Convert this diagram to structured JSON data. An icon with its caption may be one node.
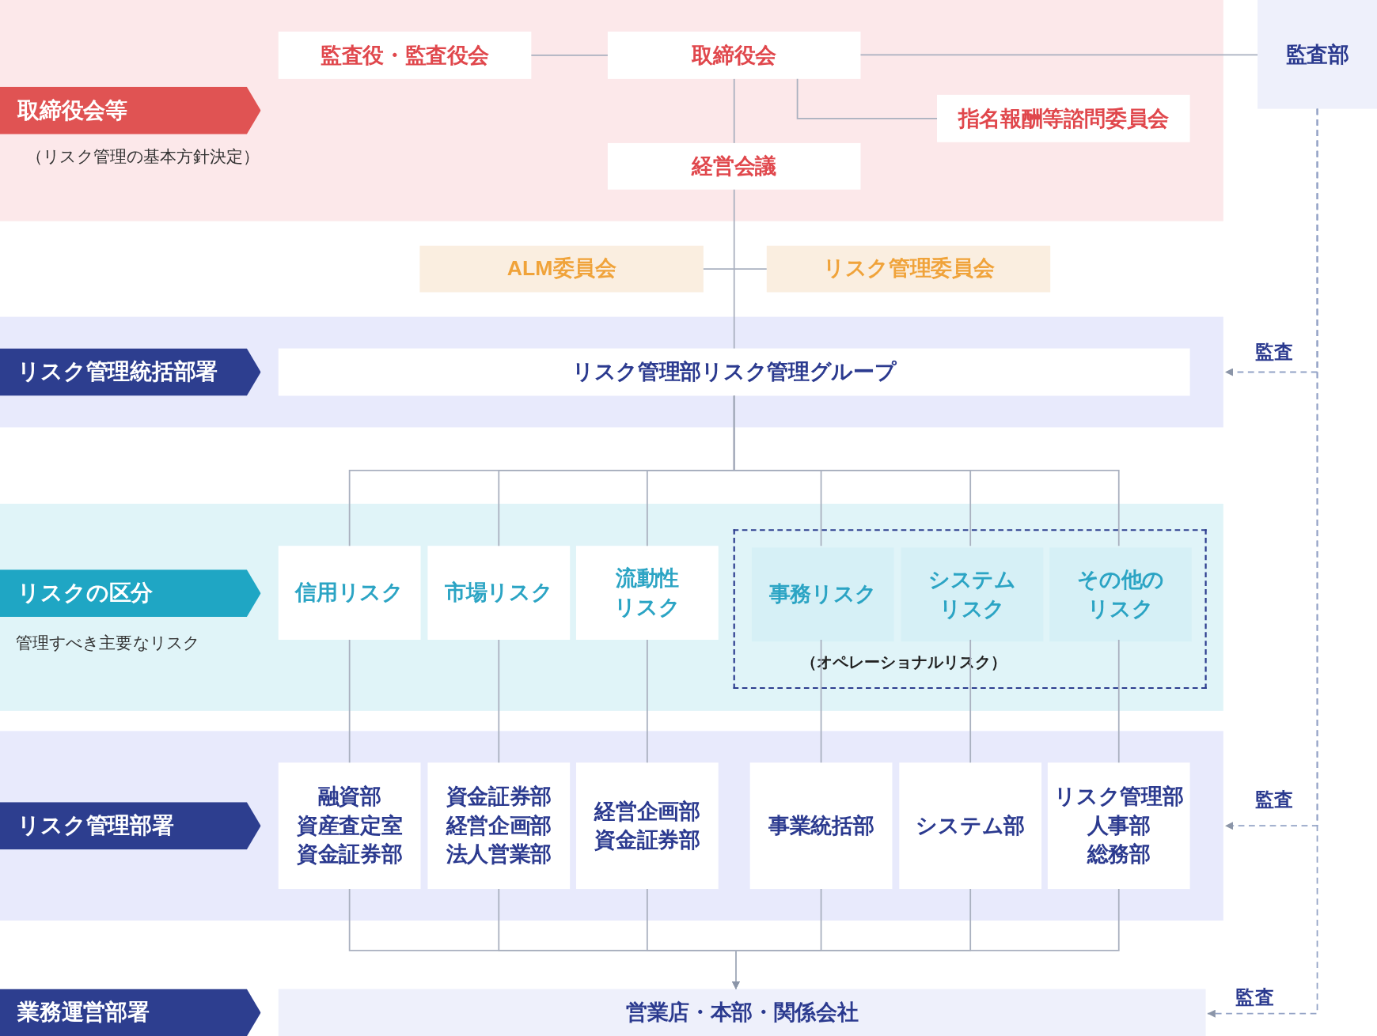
{
  "diagram": {
    "nodes": [
      {
        "text": [],
        "shape": "band"
      },
      {
        "text": [
          "取締役会等"
        ],
        "in": 0,
        "beside": [
          "（リスク管理の基本方針決定）"
        ]
      },
      {
        "text": [
          "監査役・監査役会"
        ],
        "in": 0
      },
      {
        "text": [
          "取締役会"
        ],
        "in": 0
      },
      {
        "text": [
          "監査部"
        ]
      },
      {
        "text": [
          "指名報酬等諮問委員会"
        ],
        "in": 0
      },
      {
        "text": [
          "経営会議"
        ],
        "in": 0
      },
      {
        "text": [
          "ALM委員会"
        ]
      },
      {
        "text": [
          "リスク管理委員会"
        ]
      },
      {
        "text": [],
        "shape": "band"
      },
      {
        "text": [
          "リスク管理統括部署"
        ],
        "in": 9
      },
      {
        "text": [
          "リスク管理部リスク管理グループ"
        ],
        "in": 9
      },
      {
        "text": [],
        "shape": "band"
      },
      {
        "text": [
          "リスクの区分"
        ],
        "in": 12,
        "beside": [
          "管理すべき主要なリスク"
        ]
      },
      {
        "text": [
          "信用リスク"
        ],
        "in": 12
      },
      {
        "text": [
          "市場リスク"
        ],
        "in": 12
      },
      {
        "text": [
          "流動性リスク"
        ],
        "in": 12
      },
      {
        "text": [
          "（オペレーショナルリスク）"
        ],
        "in": 12
      },
      {
        "text": [
          "事務リスク"
        ],
        "in": 17
      },
      {
        "text": [
          "システムリスク"
        ],
        "in": 17
      },
      {
        "text": [
          "その他のリスク"
        ],
        "in": 17
      },
      {
        "text": [],
        "shape": "band"
      },
      {
        "text": [
          "リスク管理部署"
        ],
        "in": 21
      },
      {
        "text": [
          "融資部",
          "資産査定室",
          "資金証券部"
        ],
        "in": 21
      },
      {
        "text": [
          "資金証券部",
          "経営企画部",
          "法人営業部"
        ],
        "in": 21
      },
      {
        "text": [
          "経営企画部",
          "資金証券部"
        ],
        "in": 21
      },
      {
        "text": [
          "事業統括部"
        ],
        "in": 21
      },
      {
        "text": [
          "システム部"
        ],
        "in": 21
      },
      {
        "text": [
          "リスク管理部",
          "人事部",
          "総務部"
        ],
        "in": 21
      },
      {
        "text": [
          "業務運営部署"
        ]
      },
      {
        "text": [
          "営業店・本部・関係会社"
        ]
      }
    ],
    "edges": [
      {
        "from": 2,
        "to": 3,
        "arrow": "none"
      },
      {
        "from": 3,
        "to": 4,
        "arrow": "none"
      },
      {
        "from": 3,
        "to": 5,
        "arrow": "none"
      },
      {
        "from": 3,
        "to": 6,
        "arrow": "none"
      },
      {
        "from": 7,
        "to": 8,
        "arrow": "none"
      },
      {
        "from": 6,
        "to": 11,
        "arrow": "none"
      },
      {
        "from": 11,
        "to": 14,
        "arrow": "none"
      },
      {
        "from": 11,
        "to": 15,
        "arrow": "none"
      },
      {
        "from": 11,
        "to": 16,
        "arrow": "none"
      },
      {
        "from": 11,
        "to": 18,
        "arrow": "none"
      },
      {
        "from": 11,
        "to": 19,
        "arrow": "none"
      },
      {
        "from": 11,
        "to": 20,
        "arrow": "none"
      },
      {
        "from": 14,
        "to": 23,
        "arrow": "none"
      },
      {
        "from": 15,
        "to": 24,
        "arrow": "none"
      },
      {
        "from": 16,
        "to": 25,
        "arrow": "none"
      },
      {
        "from": 18,
        "to": 26,
        "arrow": "none"
      },
      {
        "from": 19,
        "to": 27,
        "arrow": "none"
      },
      {
        "from": 20,
        "to": 28,
        "arrow": "none"
      },
      {
        "from": 23,
        "to": 30,
        "arrow": "to"
      },
      {
        "from": 24,
        "to": 30,
        "arrow": "to"
      },
      {
        "from": 25,
        "to": 30,
        "arrow": "to"
      },
      {
        "from": 26,
        "to": 30,
        "arrow": "to"
      },
      {
        "from": 27,
        "to": 30,
        "arrow": "to"
      },
      {
        "from": 28,
        "to": 30,
        "arrow": "to"
      },
      {
        "from": 4,
        "to": 9,
        "arrow": "to",
        "style": "dashed",
        "label": "監査"
      },
      {
        "from": 4,
        "to": 21,
        "arrow": "to",
        "style": "dashed",
        "label": "監査"
      },
      {
        "from": 4,
        "to": 30,
        "arrow": "to",
        "style": "dashed",
        "label": "監査"
      }
    ]
  }
}
